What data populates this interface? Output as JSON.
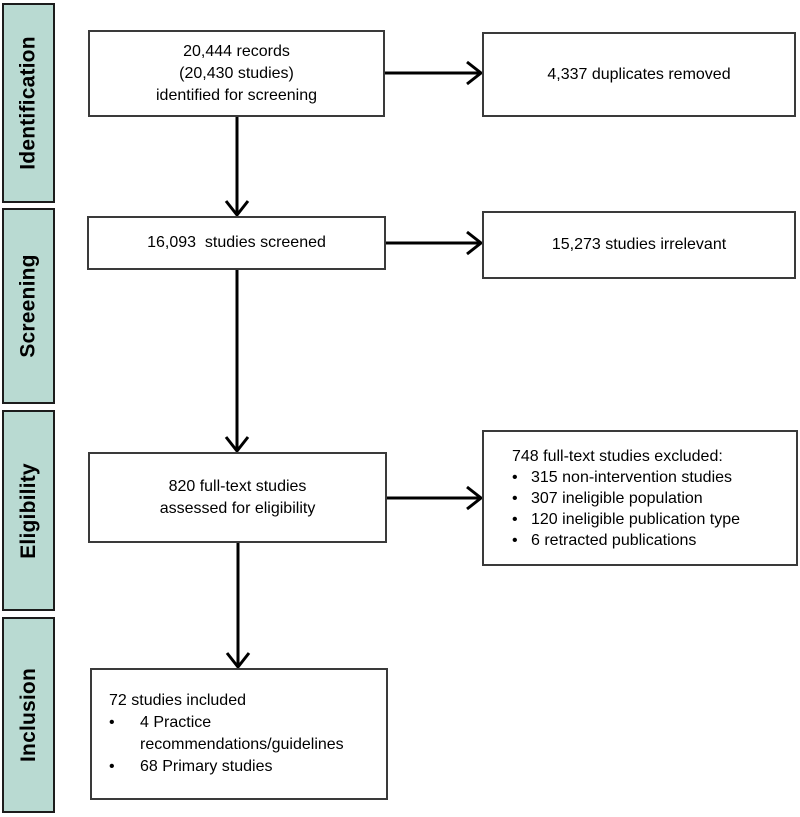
{
  "palette": {
    "stage_fill": "#b9dad2",
    "box_border": "#3a3a3a",
    "arrow_color": "#000000",
    "background": "#ffffff"
  },
  "glyphs": {
    "bullet": "•"
  },
  "stages": [
    {
      "label": "Identification"
    },
    {
      "label": "Screening"
    },
    {
      "label": "Eligibility"
    },
    {
      "label": "Inclusion"
    }
  ],
  "boxes": {
    "records": {
      "lines": [
        "20,444 records",
        "(20,430 studies)",
        "identified for screening"
      ]
    },
    "duplicates": {
      "text": "4,337 duplicates removed"
    },
    "screened": {
      "text": "16,093  studies screened"
    },
    "irrelevant": {
      "text": "15,273 studies irrelevant"
    },
    "fulltext": {
      "lines": [
        "820 full-text studies",
        "assessed for eligibility"
      ]
    },
    "excluded": {
      "heading": "748 full-text studies excluded:",
      "bullets": [
        "315 non-intervention studies",
        "307 ineligible population",
        "120 ineligible publication type",
        "6 retracted publications"
      ]
    },
    "included": {
      "heading": "72 studies included",
      "bullets": [
        "4 Practice recommendations/guidelines",
        "68 Primary studies"
      ]
    }
  }
}
